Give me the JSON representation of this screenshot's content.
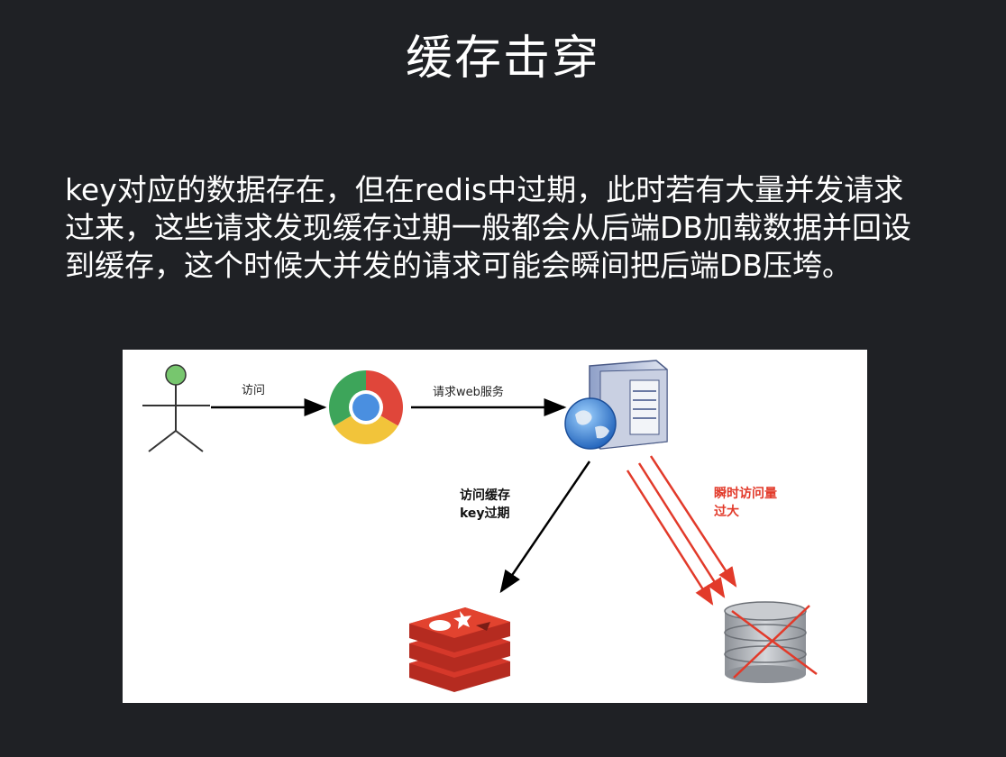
{
  "title": "缓存击穿",
  "description": {
    "line1": "key对应的数据存在，但在redis中过期，此时若有大量并发请求",
    "line2": "过来，这些请求发现缓存过期一般都会从后端DB加载数据并回设",
    "line3": "到缓存，这个时候大并发的请求可能会瞬间把后端DB压垮。"
  },
  "diagram": {
    "label_visit": "访问",
    "label_request": "请求web服务",
    "label_cache_line1": "访问缓存",
    "label_cache_line2": "key过期",
    "label_burst_line1": "瞬时访问量",
    "label_burst_line2": "过大",
    "colors": {
      "arrow": "#000000",
      "burst_arrow": "#e23a2a",
      "redis": "#d6382a",
      "db": "#a9adb3"
    }
  }
}
